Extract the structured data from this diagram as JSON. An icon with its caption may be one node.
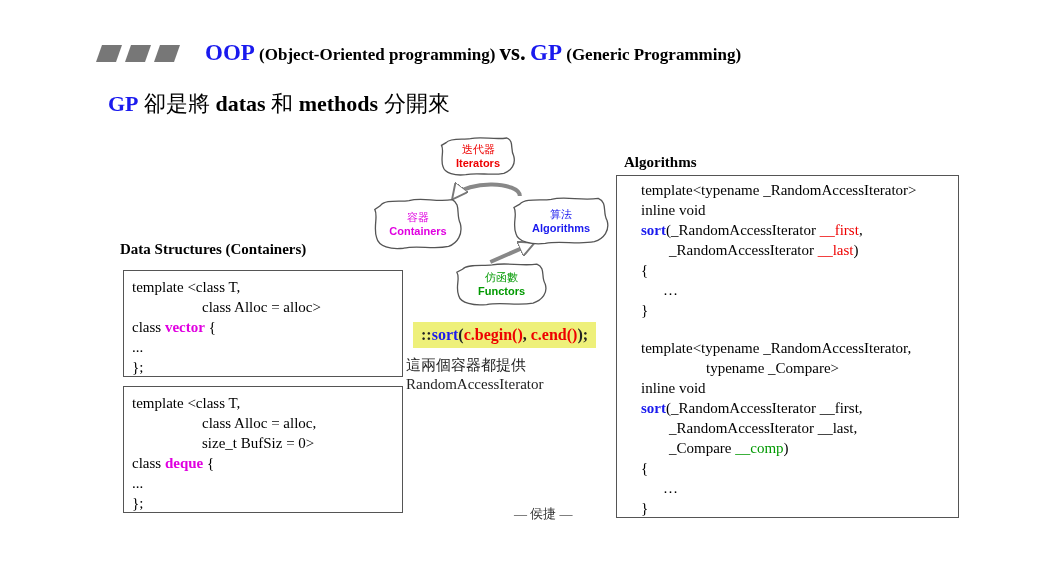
{
  "diagram": {
    "title": "**OOP** (Object-Oriented programming) **vs.** **GP** (Generic Programming)",
    "nodes": [
      {
        "text": [
          "迭代器",
          "Iterators"
        ]
      },
      {
        "text": [
          "容器",
          "Containers"
        ]
      },
      {
        "text": [
          "算法",
          "Algorithms"
        ]
      },
      {
        "text": [
          "仿函數",
          "Functors"
        ]
      },
      {
        "text": [
          "::**sort**(*c.begin()*, *c.end()*);"
        ]
      },
      {
        "text": [
          "template <class T,",
          "class Alloc = alloc>",
          "class **vector** {",
          "...",
          "};"
        ]
      },
      {
        "text": [
          "template <class T,",
          "class Alloc = alloc,",
          "size_t BufSiz = 0>",
          "class **deque** {",
          "...",
          "};"
        ]
      },
      {
        "text": [
          "Algorithms",
          "template<typename _RandomAccessIterator>",
          "inline void",
          "**sort**(_RandomAccessIterator *__first*,",
          "_RandomAccessIterator *__last*)",
          "{",
          "…",
          "}",
          "template<typename _RandomAccessIterator,",
          "typename _Compare>",
          "inline void",
          "**sort**(_RandomAccessIterator __first,",
          "_RandomAccessIterator __last,",
          "_Compare *__comp*)",
          "{",
          "…",
          "}"
        ]
      }
    ],
    "edges": [
      {
        "from": 2,
        "to": 1,
        "arrow": "to"
      },
      {
        "from": 3,
        "to": 2,
        "arrow": "to"
      }
    ],
    "labels": [
      "**GP** 卻是將 **datas** 和 **methods** 分開來",
      "Data Structures (Containers)",
      "這兩個容器都提供RandomAccessIterator",
      "— 侯捷 —"
    ]
  }
}
